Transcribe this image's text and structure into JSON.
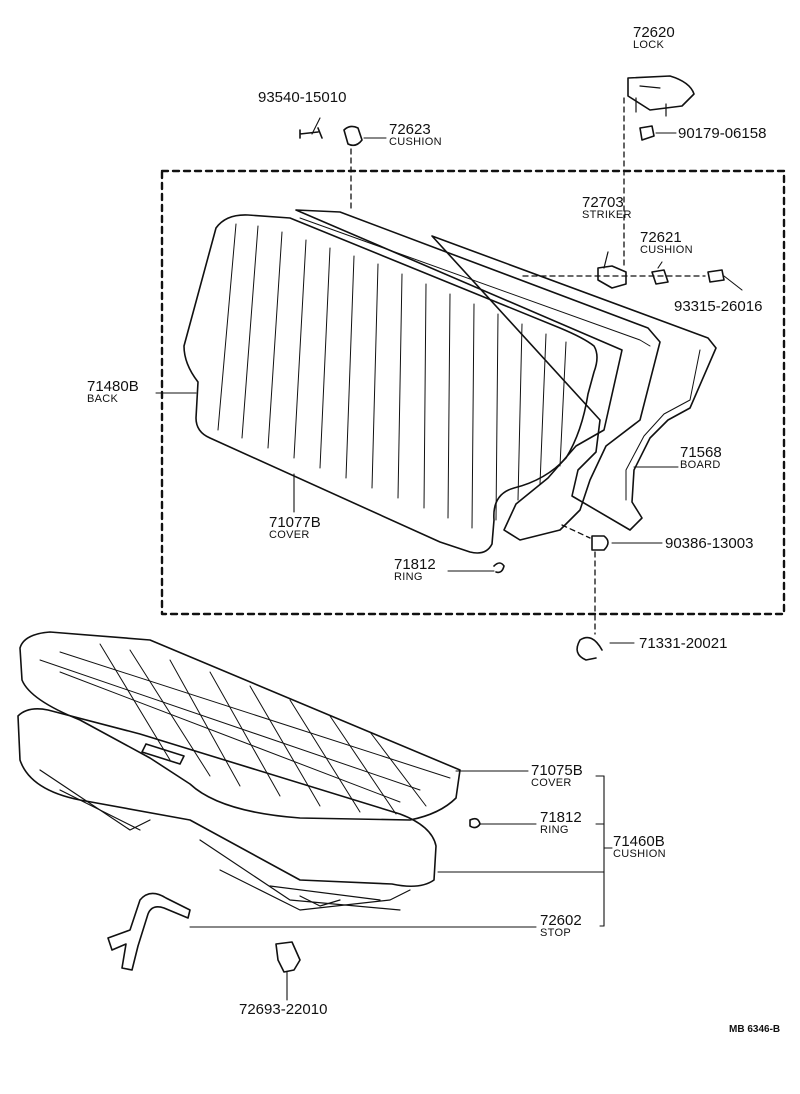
{
  "parts": [
    {
      "id": "lock",
      "number": "72620",
      "name": "LOCK"
    },
    {
      "id": "bolt",
      "number": "93540-15010",
      "name": ""
    },
    {
      "id": "cushion_top",
      "number": "72623",
      "name": "CUSHION"
    },
    {
      "id": "screw_lock",
      "number": "90179-06158",
      "name": ""
    },
    {
      "id": "striker",
      "number": "72703",
      "name": "STRIKER"
    },
    {
      "id": "cushion_mid",
      "number": "72621",
      "name": "CUSHION"
    },
    {
      "id": "screw_striker",
      "number": "93315-26016",
      "name": ""
    },
    {
      "id": "back",
      "number": "71480B",
      "name": "BACK"
    },
    {
      "id": "board",
      "number": "71568",
      "name": "BOARD"
    },
    {
      "id": "back_cover",
      "number": "71077B",
      "name": "COVER"
    },
    {
      "id": "pin",
      "number": "90386-13003",
      "name": ""
    },
    {
      "id": "ring_back",
      "number": "71812",
      "name": "RING"
    },
    {
      "id": "clip",
      "number": "71331-20021",
      "name": ""
    },
    {
      "id": "seat_cover",
      "number": "71075B",
      "name": "COVER"
    },
    {
      "id": "ring_seat",
      "number": "71812",
      "name": "RING"
    },
    {
      "id": "seat_cushion",
      "number": "71460B",
      "name": "CUSHION"
    },
    {
      "id": "stop",
      "number": "72602",
      "name": "STOP"
    },
    {
      "id": "hook",
      "number": "72693-22010",
      "name": ""
    }
  ],
  "drawing_code": "MB 6346-B"
}
